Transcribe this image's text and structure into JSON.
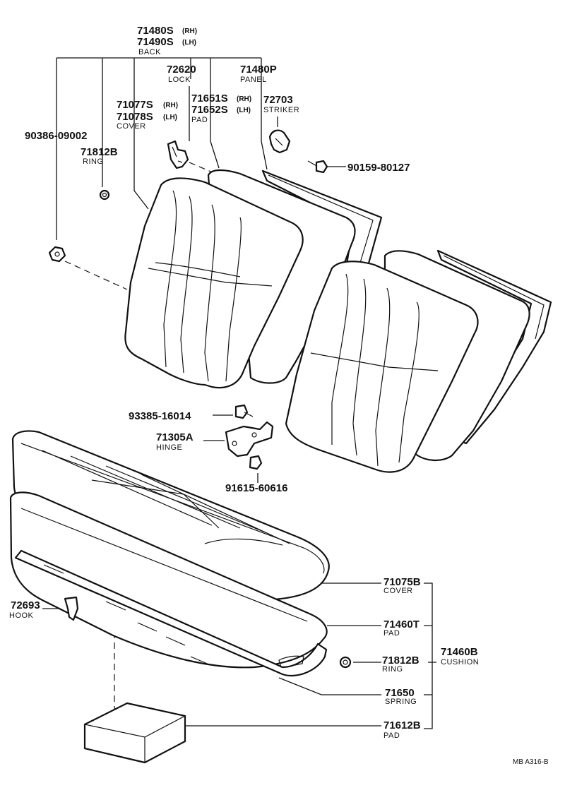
{
  "diagram": {
    "reference": "MB A316-B",
    "labels": {
      "back_rh": "71480S",
      "back_rh_tag": "(RH)",
      "back_lh": "71490S",
      "back_lh_tag": "(LH)",
      "back_name": "BACK",
      "lock_no": "72620",
      "lock_name": "LOCK",
      "panel_no": "71480P",
      "panel_name": "PANEL",
      "cover_rh": "71077S",
      "cover_rh_tag": "(RH)",
      "cover_lh": "71078S",
      "cover_lh_tag": "(LH)",
      "cover_name": "COVER",
      "pad_rh": "71651S",
      "pad_rh_tag": "(RH)",
      "pad_lh": "71652S",
      "pad_lh_tag": "(LH)",
      "pad_name": "PAD",
      "striker_no": "72703",
      "striker_name": "STRIKER",
      "bolt_90386": "90386-09002",
      "ring_top_no": "71812B",
      "ring_top_name": "RING",
      "bolt_90159": "90159-80127",
      "bolt_93385": "93385-16014",
      "hinge_no": "71305A",
      "hinge_name": "HINGE",
      "bolt_91615": "91615-60616",
      "cushion_cover_no": "71075B",
      "cushion_cover_name": "COVER",
      "hook_no": "72693",
      "hook_name": "HOOK",
      "cushion_pad_no": "71460T",
      "cushion_pad_name": "PAD",
      "ring_bottom_no": "71812B",
      "ring_bottom_name": "RING",
      "cushion_no": "71460B",
      "cushion_name": "CUSHION",
      "spring_no": "71650",
      "spring_name": "SPRING",
      "pad_block_no": "71612B",
      "pad_block_name": "PAD"
    }
  }
}
